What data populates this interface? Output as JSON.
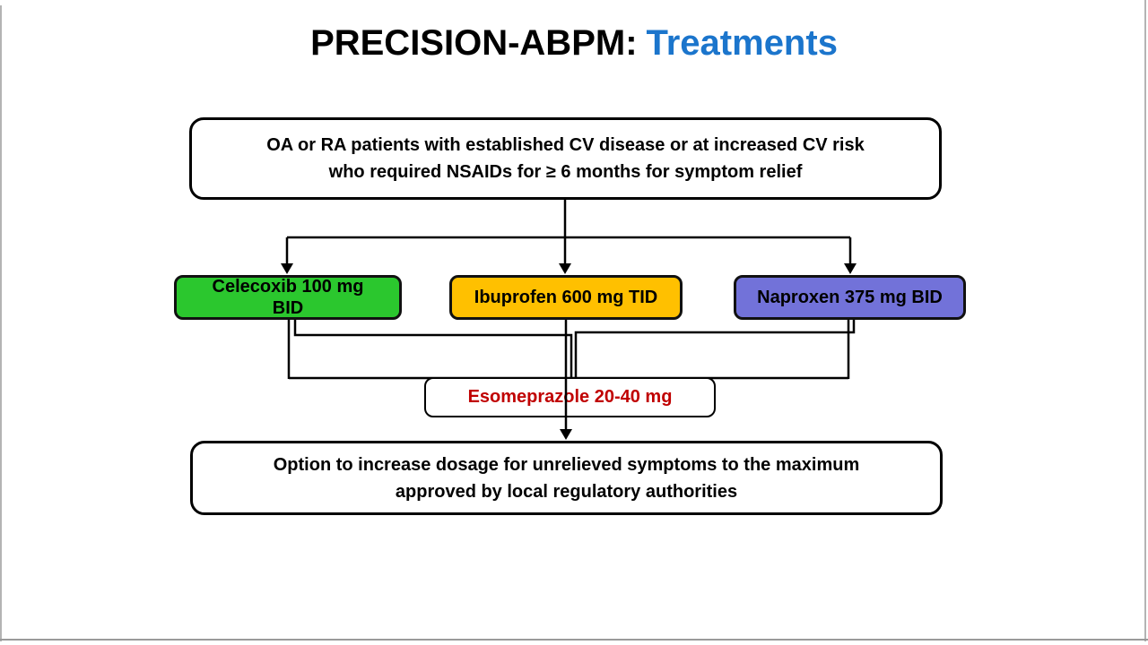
{
  "slide": {
    "title": {
      "part_black": "PRECISION-ABPM:",
      "part_blue": "Treatments",
      "blue_color": "#1B75CC"
    },
    "boxes": {
      "criteria": {
        "lines": [
          "OA or RA patients with established CV disease or at increased CV risk",
          "who required NSAIDs for ≥ 6 months for symptom relief"
        ]
      },
      "celecoxib": {
        "lines": [
          "Celecoxib 100 mg",
          "BID"
        ],
        "fill_color": "#2BC72E"
      },
      "ibuprofen": {
        "label": "Ibuprofen 600 mg TID",
        "fill_color": "#FFC000"
      },
      "naproxen": {
        "label": "Naproxen 375 mg BID",
        "fill_color": "#7272D9"
      },
      "esomeprazole": {
        "label": "Esomeprazole 20-40 mg",
        "text_color": "#C00000"
      },
      "option": {
        "lines": [
          "Option to increase dosage for unrelieved symptoms to the maximum",
          "approved by local regulatory authorities"
        ]
      }
    }
  }
}
